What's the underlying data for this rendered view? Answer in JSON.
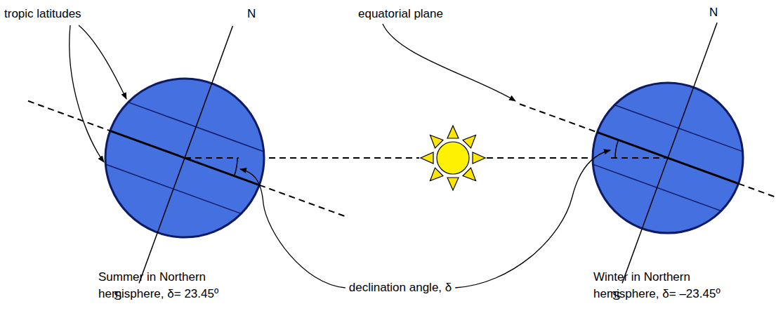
{
  "diagram": {
    "labels": [
      "tropic latitudes",
      "N",
      "equatorial plane",
      "N",
      "declination angle, δ",
      "S",
      "S",
      "Summer in Northern hemisphere, δ= 23.45º",
      "Winter in Northern hemisphere, δ= –23.45º"
    ]
  }
}
